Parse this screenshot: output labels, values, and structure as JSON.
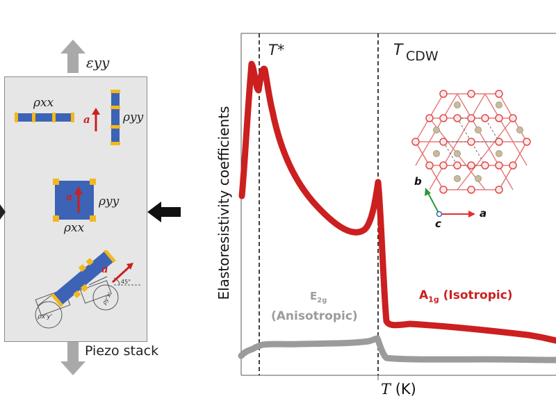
{
  "left_panel": {
    "strain_label": "εyy",
    "rho_xx": "ρxx",
    "rho_yy": "ρyy",
    "a_label": "a",
    "rho_xpyp": "ρx'y'",
    "rho_ypxp": "ρy'x'",
    "angle_label": "45°",
    "piezo_label": "Piezo stack"
  },
  "chart": {
    "ylabel": "Elastoresistivity coefficients",
    "xlabel_T": "T",
    "xlabel_unit": " (K)",
    "tstar_label": "T*",
    "tcdw_T": "T",
    "tcdw_sub": "CDW",
    "e2g_main": "E",
    "e2g_sub": "2g",
    "e2g_paren": "(Anisotropic)",
    "a1g_main": "A",
    "a1g_sub": "1g",
    "a1g_paren": "(Isotropic)",
    "axis_b": "b",
    "axis_a": "a",
    "axis_c": "c"
  },
  "colors": {
    "red": "#cc1f1f",
    "gray": "#9b9b9b",
    "blue": "#3c63b5",
    "gold": "#f2b81c",
    "panel": "#e6e6e6"
  }
}
